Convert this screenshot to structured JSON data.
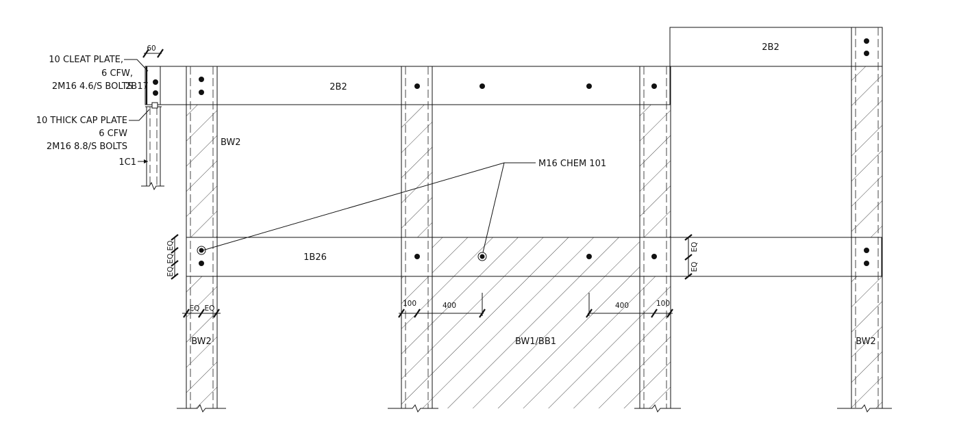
{
  "notes": {
    "cleat_line1": "10 CLEAT PLATE,",
    "cleat_line2": "6 CFW,",
    "cleat_line3": "2M16 4.6/S BOLTS",
    "cleat_mark": "2B17",
    "cap_line1": "10 THICK CAP PLATE",
    "cap_line2": "6 CFW",
    "cap_line3": "2M16 8.8/S BOLTS",
    "column_mark": "1C1",
    "chem_anchor": "M16 CHEM 101"
  },
  "beams": {
    "upper": "2B2",
    "upper_right": "2B2",
    "lower": "1B26"
  },
  "walls": {
    "bw2_top": "BW2",
    "bw2_left": "BW2",
    "bw1_bb1": "BW1/BB1",
    "bw2_right": "BW2"
  },
  "dims": {
    "d60": "60",
    "eq": "EQ",
    "d100": "100",
    "d400": "400"
  }
}
